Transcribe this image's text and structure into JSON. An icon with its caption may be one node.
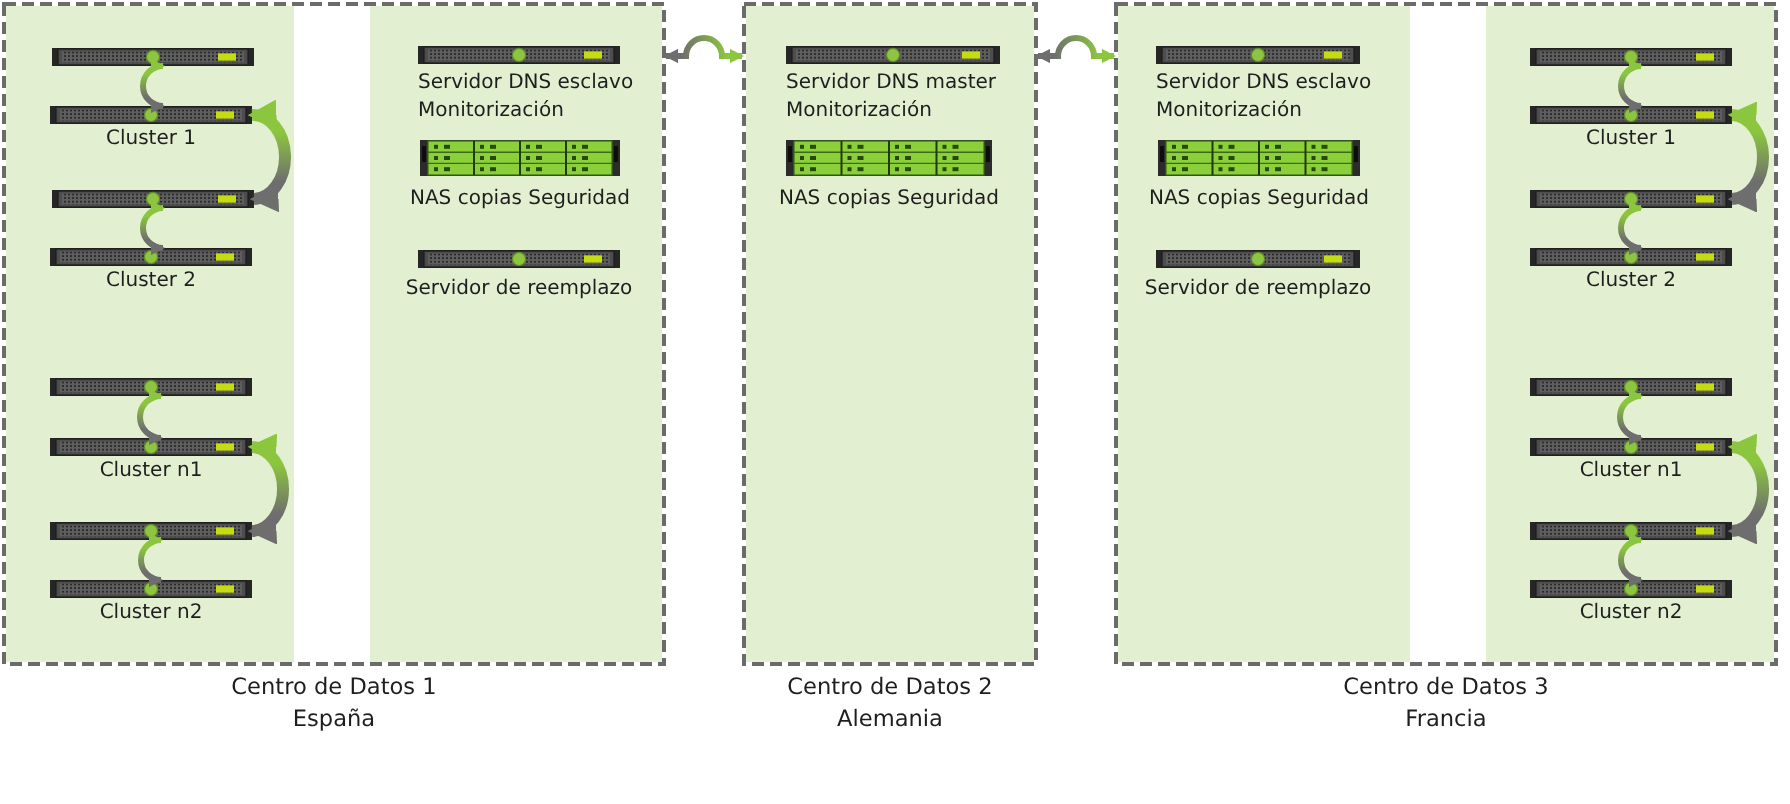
{
  "diagram": {
    "nodes": [
      {
        "text": [
          "Centro de Datos 1",
          "España"
        ]
      },
      {
        "text": [],
        "shape": "picture",
        "in": 0
      },
      {
        "text": [
          "Cluster 1"
        ],
        "in": 0
      },
      {
        "text": [],
        "shape": "picture",
        "in": 0
      },
      {
        "text": [
          "Cluster 2"
        ],
        "in": 0
      },
      {
        "text": [],
        "shape": "picture",
        "in": 0
      },
      {
        "text": [
          "Cluster n1"
        ],
        "in": 0
      },
      {
        "text": [],
        "shape": "picture",
        "in": 0
      },
      {
        "text": [
          "Cluster n2"
        ],
        "in": 0
      },
      {
        "text": [
          "Servidor DNS esclavo",
          "Monitorización"
        ],
        "in": 0
      },
      {
        "text": [
          "NAS copias Seguridad"
        ],
        "in": 0
      },
      {
        "text": [
          "Servidor de reemplazo"
        ],
        "in": 0
      },
      {
        "text": [
          "Centro de Datos 2",
          "Alemania"
        ]
      },
      {
        "text": [
          "Servidor DNS master",
          "Monitorización"
        ],
        "in": 12
      },
      {
        "text": [
          "NAS copias Seguridad"
        ],
        "in": 12
      },
      {
        "text": [
          "Centro de Datos 3",
          "Francia"
        ]
      },
      {
        "text": [
          "Servidor DNS esclavo",
          "Monitorización"
        ],
        "in": 15
      },
      {
        "text": [
          "NAS copias Seguridad"
        ],
        "in": 15
      },
      {
        "text": [
          "Servidor de reemplazo"
        ],
        "in": 15
      },
      {
        "text": [],
        "shape": "picture",
        "in": 15
      },
      {
        "text": [
          "Cluster 1"
        ],
        "in": 15
      },
      {
        "text": [],
        "shape": "picture",
        "in": 15
      },
      {
        "text": [
          "Cluster 2"
        ],
        "in": 15
      },
      {
        "text": [],
        "shape": "picture",
        "in": 15
      },
      {
        "text": [
          "Cluster n1"
        ],
        "in": 15
      },
      {
        "text": [],
        "shape": "picture",
        "in": 15
      },
      {
        "text": [
          "Cluster n2"
        ],
        "in": 15
      }
    ],
    "edges": [
      {
        "from": 0,
        "to": 12,
        "arrow": "both"
      },
      {
        "from": 12,
        "to": 15,
        "arrow": "both"
      },
      {
        "from": 1,
        "to": 2,
        "arrow": "both"
      },
      {
        "from": 2,
        "to": 3,
        "arrow": "both",
        "style": "thick"
      },
      {
        "from": 3,
        "to": 4,
        "arrow": "both"
      },
      {
        "from": 5,
        "to": 6,
        "arrow": "both"
      },
      {
        "from": 6,
        "to": 7,
        "arrow": "both",
        "style": "thick"
      },
      {
        "from": 7,
        "to": 8,
        "arrow": "both"
      },
      {
        "from": 19,
        "to": 20,
        "arrow": "both"
      },
      {
        "from": 20,
        "to": 21,
        "arrow": "both",
        "style": "thick"
      },
      {
        "from": 21,
        "to": 22,
        "arrow": "both"
      },
      {
        "from": 23,
        "to": 24,
        "arrow": "both"
      },
      {
        "from": 24,
        "to": 25,
        "arrow": "both",
        "style": "thick"
      },
      {
        "from": 25,
        "to": 26,
        "arrow": "both"
      }
    ]
  }
}
